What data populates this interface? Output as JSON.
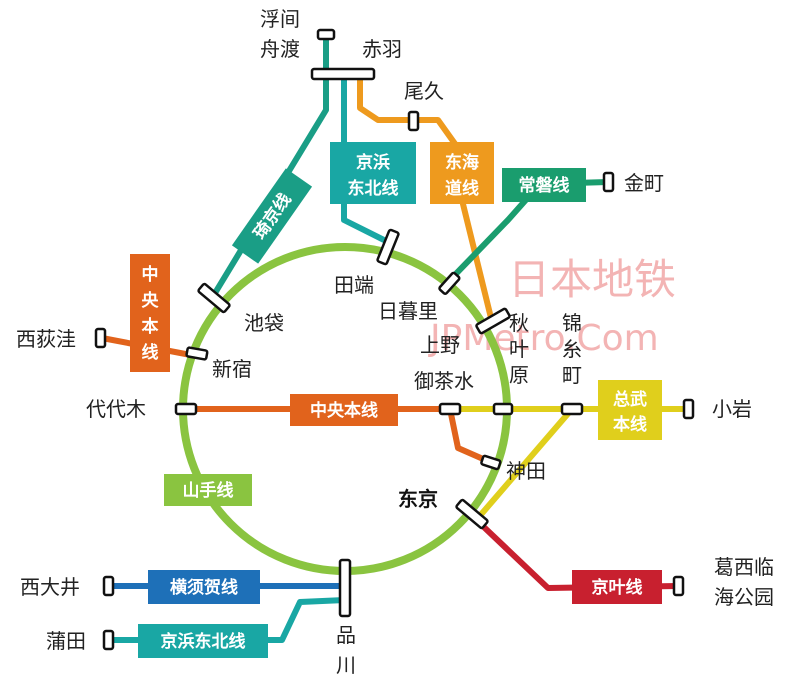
{
  "colors": {
    "yamanote": "#8ac440",
    "keihin_tohoku": "#19a7a4",
    "saikyo": "#1a9e86",
    "chuo": "#e1631c",
    "tokaido": "#ee9a1e",
    "joban": "#1a9d6e",
    "sobu": "#e0cf1c",
    "keiyo": "#c8202f",
    "yokosuka": "#1e70b8"
  },
  "lines": {
    "yamanote": "山手线",
    "chuo_left": "中央本线",
    "chuo_center": "中央本线",
    "saikyo": "琦京线",
    "keihin_tohoku_top": "京浜东北线",
    "keihin_tohoku_bottom": "京浜东北线",
    "tokaido": "东海道线",
    "joban": "常磐线",
    "sobu": "总武本线",
    "keiyo": "京叶线",
    "yokosuka": "横须贺线"
  },
  "stations": {
    "ukima_funado": "浮间舟渡",
    "akabane": "赤羽",
    "oku": "尾久",
    "kanamachi": "金町",
    "tabata": "田端",
    "ikebukuro": "池袋",
    "nippori": "日暮里",
    "ueno": "上野",
    "akihabara": "秋叶原",
    "kinshicho": "锦糸町",
    "nishiogikubo": "西荻洼",
    "shinjuku": "新宿",
    "yoyogi": "代代木",
    "ochanomizu": "御茶水",
    "koiwa": "小岩",
    "kanda": "神田",
    "tokyo": "东京",
    "kasai_rinkai_koen": "葛西临海公园",
    "nishi_oi": "西大井",
    "shinagawa": "品川",
    "kamata": "蒲田"
  },
  "watermark": {
    "title": "日本地铁",
    "site": "JPMetro.Com"
  }
}
